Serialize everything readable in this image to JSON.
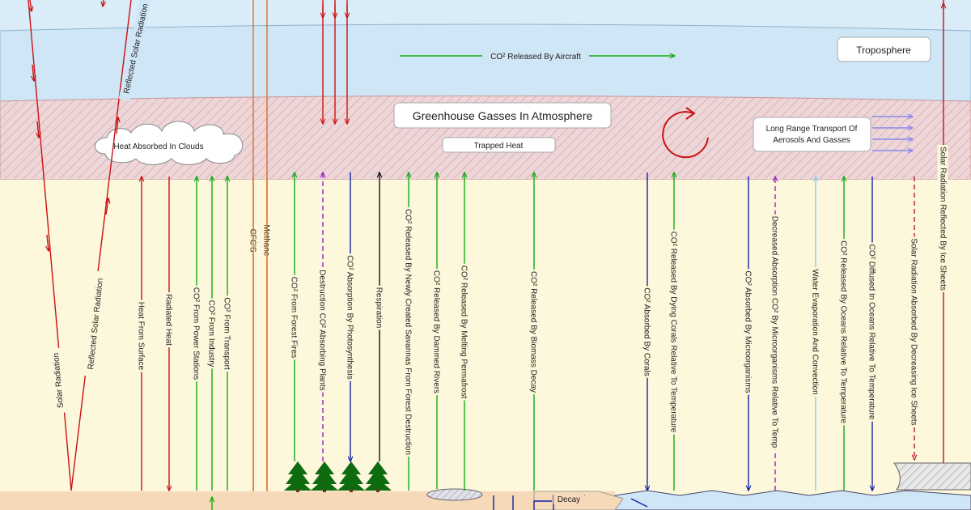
{
  "title_boxes": {
    "troposphere": "Troposphere",
    "greenhouse": "Greenhouse Gasses In Atmosphere",
    "trapped_heat": "Trapped Heat",
    "long_range": [
      "Long Range Transport  Of",
      "Aerosols And Gasses"
    ]
  },
  "labels": {
    "aircraft": "CO² Released By Aircraft",
    "clouds": "Heat Absorbed In Clouds",
    "solar_radiation": "Solar Radiation",
    "reflected_solar_1": "Reflected Solar Radiation",
    "reflected_solar_2": "Reflected Solar Radiation",
    "decay": "Decay"
  },
  "vertical_labels": [
    {
      "id": "heat-from-surface",
      "text": "Heat From Surface",
      "color": "#cc1111",
      "dir": "up"
    },
    {
      "id": "radiated-heat",
      "text": "Radiated Heat",
      "color": "#cc1111",
      "dir": "down"
    },
    {
      "id": "co2-power-stations",
      "text": "CO² From Power Stations",
      "color": "#11aa11",
      "dir": "up"
    },
    {
      "id": "co2-industry",
      "text": "CO² From Industry",
      "color": "#11aa11",
      "dir": "up"
    },
    {
      "id": "co2-transport",
      "text": "CO² From Transport",
      "color": "#11aa11",
      "dir": "up"
    },
    {
      "id": "cfcs",
      "text": "CFC'S",
      "color": "#e07020",
      "dir": "none"
    },
    {
      "id": "methane",
      "text": "Methane",
      "color": "#e07020",
      "dir": "none"
    },
    {
      "id": "co2-forest-fires",
      "text": "CO² From Forest Fires",
      "color": "#11aa11",
      "dir": "up"
    },
    {
      "id": "destruction-co2-plants",
      "text": "Destruction CO² Absorbing Plants",
      "color": "#9922bb",
      "dir": "up-dashed"
    },
    {
      "id": "co2-photosynthesis",
      "text": "CO² Absorption By Photosynthesis",
      "color": "#1122aa",
      "dir": "down"
    },
    {
      "id": "respiration",
      "text": "Respiration",
      "color": "#111111",
      "dir": "up"
    },
    {
      "id": "co2-savannas",
      "text": "CO² Released By Newly Created Savannas From Forest Destruction",
      "color": "#11aa11",
      "dir": "up"
    },
    {
      "id": "co2-dammed-rivers",
      "text": "CO² Released By Dammed Rivers",
      "color": "#11aa11",
      "dir": "up"
    },
    {
      "id": "co2-permafrost",
      "text": "CO² Released By Melting Permafrost",
      "color": "#11aa11",
      "dir": "up"
    },
    {
      "id": "co2-biomass",
      "text": "CO² Released By Biomass Decay",
      "color": "#11aa11",
      "dir": "up"
    },
    {
      "id": "co2-absorbed-corals",
      "text": "CO² Absorbed By Corals",
      "color": "#1122aa",
      "dir": "down"
    },
    {
      "id": "co2-dying-corals",
      "text": "CO² Released By Dying Corals Relative To Temperature",
      "color": "#11aa11",
      "dir": "up"
    },
    {
      "id": "co2-microorganisms",
      "text": "CO² Absorbed By Microorganisms",
      "color": "#1122aa",
      "dir": "down"
    },
    {
      "id": "decreased-absorption",
      "text": "Decreased Absorption CO² By Microorganisms Relative To Temp",
      "color": "#9922bb",
      "dir": "up-dashed"
    },
    {
      "id": "water-evaporation",
      "text": "Water Evaporation And Convection",
      "color": "#88ccee",
      "dir": "up"
    },
    {
      "id": "co2-oceans",
      "text": "CO² Released By Oceans Relative To Temperature",
      "color": "#11aa11",
      "dir": "up"
    },
    {
      "id": "co2-diffused-oceans",
      "text": "CO² Diffused In Oceans Relative To Temperature",
      "color": "#1122aa",
      "dir": "down"
    },
    {
      "id": "solar-ice-sheets",
      "text": "Solar Radiation Absorbed By Decreasing Ice Sheets",
      "color": "#bb1122",
      "dir": "down-dashed"
    },
    {
      "id": "solar-reflected-ice",
      "text": "Solar Radiation Reflected By Ice Sheets",
      "color": "#cc1111",
      "dir": "up"
    }
  ],
  "colors": {
    "sky": "#cfe6f7",
    "greenhouse_band": "#ecd6d8",
    "ground": "#fdf8dc",
    "heat_red": "#cc1111",
    "co2_green": "#11aa11",
    "absorb_blue": "#1122aa",
    "gas_orange": "#e07020",
    "dashed_purple": "#9922bb",
    "water_blue": "#88ccee",
    "tree_green": "#0f6b0f"
  }
}
